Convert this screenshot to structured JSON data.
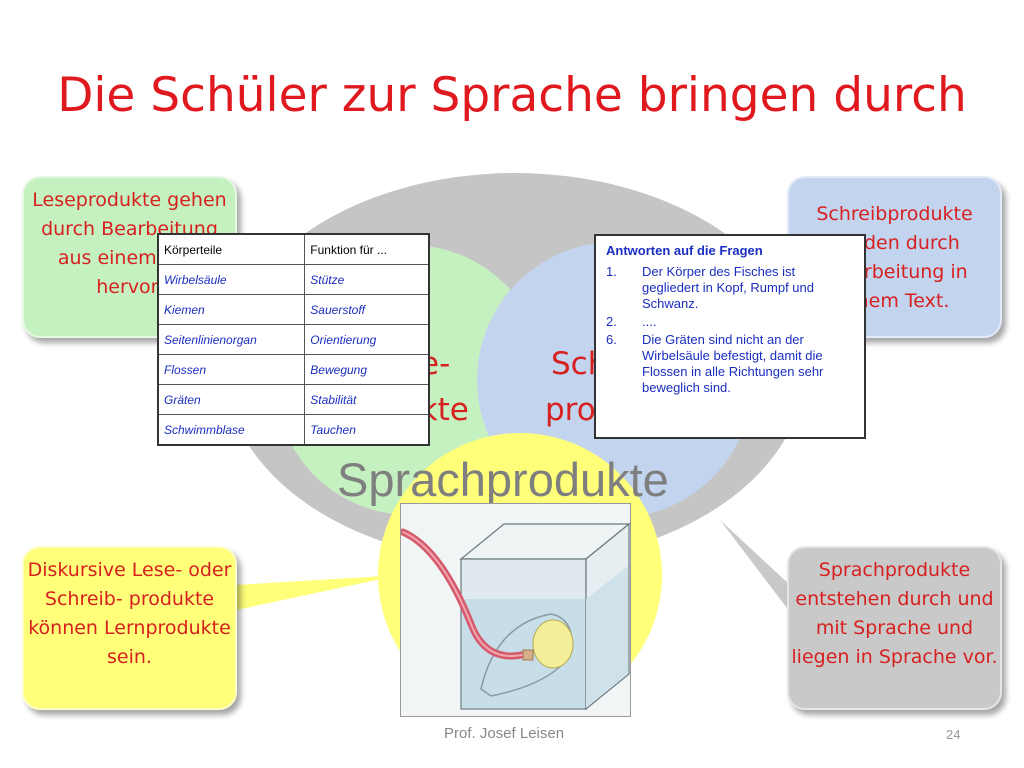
{
  "title": "Die Schüler zur Sprache bringen durch",
  "bubbles": {
    "lese": "Leseprodukte gehen durch Bearbeitung aus einem Text hervor.",
    "schreib": "Schreibprodukte werden durch Verarbeitung in einem Text.",
    "diskursiv": "Diskursive Lese- oder Schreib- produkte können Lernprodukte sein.",
    "sprach": "Sprachprodukte entstehen durch und mit Sprache und liegen in Sprache vor."
  },
  "circles": {
    "lese_label_1": "e-",
    "lese_label_2": "ukte",
    "schreib_label_1": "Sch",
    "schreib_label_2": "pro",
    "main_label": "Sprachprodukte"
  },
  "table": {
    "headers": [
      "Körperteile",
      "Funktion für ..."
    ],
    "rows": [
      [
        "Wirbelsäule",
        "Stütze"
      ],
      [
        "Kiemen",
        "Sauerstoff"
      ],
      [
        "Seitenlinienorgan",
        "Orientierung"
      ],
      [
        "Flossen",
        "Bewegung"
      ],
      [
        "Gräten",
        "Stabilität"
      ],
      [
        "Schwimmblase",
        "Tauchen"
      ]
    ]
  },
  "answers": {
    "heading": "Antworten auf die Fragen",
    "items": [
      {
        "num": "1.",
        "text": "Der Körper des Fisches ist gegliedert in Kopf, Rumpf und Schwanz."
      },
      {
        "num": "2.",
        "text": "...."
      },
      {
        "num": "6.",
        "text": "Die Gräten sind nicht an der Wirbelsäule befestigt, damit die Flossen in alle Richtungen sehr beweglich sind."
      }
    ]
  },
  "footer": {
    "author": "Prof. Josef Leisen",
    "page": "24"
  },
  "colors": {
    "title": "#e0191f",
    "lese_bg": "#c5f1c0",
    "schreib_bg": "#c3d4ef",
    "diskursiv_bg": "#ffff7a",
    "sprach_bg": "#c9c9c9",
    "table_text": "#1a2ec0"
  }
}
